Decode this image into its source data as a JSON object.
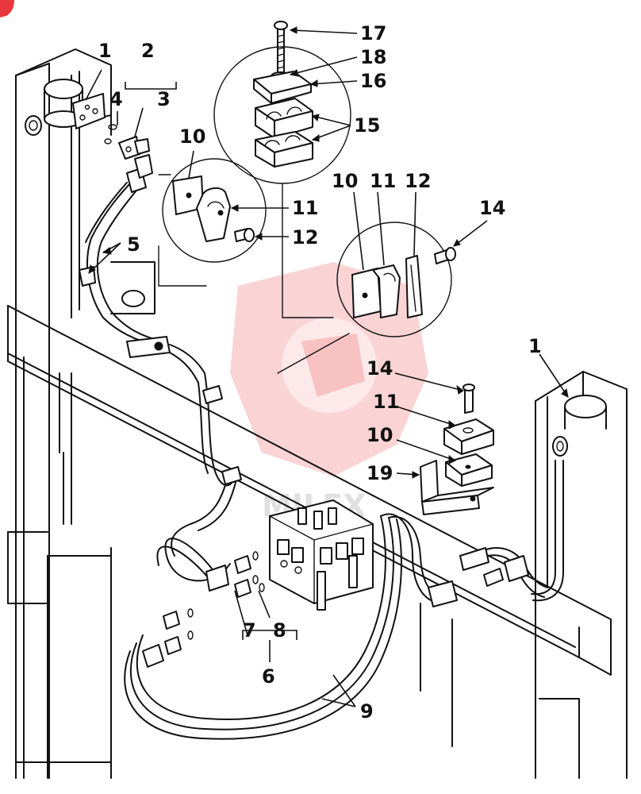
{
  "page_marker": "",
  "watermark": {
    "text": "MJLEX",
    "color": "#e8383d"
  },
  "callouts": {
    "c1_left": "1",
    "c2": "2",
    "c4": "4",
    "c3": "3",
    "c5": "5",
    "c10_a": "10",
    "c11_a": "11",
    "c12_a": "12",
    "c17": "17",
    "c18": "18",
    "c16": "16",
    "c15": "15",
    "c10_b": "10",
    "c11_b": "11",
    "c12_b": "12",
    "c14_a": "14",
    "c1_right": "1",
    "c14_b": "14",
    "c11_c": "11",
    "c10_c": "10",
    "c19": "19",
    "c7": "7",
    "c8": "8",
    "c6": "6",
    "c9": "9"
  }
}
